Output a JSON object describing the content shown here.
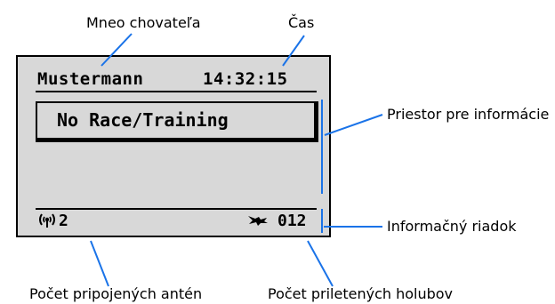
{
  "labels": {
    "breeder_name": "Mneo chovateľa",
    "time": "Čas",
    "info_space": "Priestor pre informácie",
    "info_line": "Informačný riadok",
    "antenna_count": "Počet pripojených antén",
    "pigeon_count": "Počet priletených holubov"
  },
  "display": {
    "breeder": "Mustermann",
    "time": "14:32:15",
    "status": "No Race/Training",
    "antennas": "2",
    "pigeons": "012"
  },
  "colors": {
    "screen_bg": "#d8d8d8",
    "leader_line": "#1a73e8",
    "text": "#000000"
  },
  "icons": {
    "antenna": "antenna-icon",
    "pigeon": "pigeon-icon"
  }
}
